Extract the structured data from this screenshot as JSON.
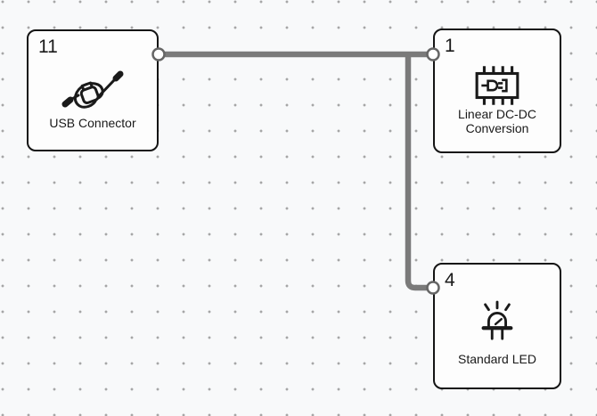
{
  "editor": {
    "type": "circuit-block-diagram",
    "palette": {
      "canvas_background": "#f8f9fa",
      "grid_dot": "#a6a6a6",
      "wire": "#7a7a7a",
      "port_stroke": "#666666",
      "port_fill": "#ffffff",
      "node_border": "#141414",
      "node_fill": "#fdfdfd",
      "text": "#1a1a1a"
    }
  },
  "nodes": [
    {
      "number": "11",
      "label": "USB Connector",
      "icon": "usb-cable-icon"
    },
    {
      "number": "1",
      "label": "Linear DC-DC Conversion",
      "icon": "chip-plug-icon"
    },
    {
      "number": "4",
      "label": "Standard LED",
      "icon": "led-icon"
    }
  ],
  "connections": [
    {
      "from": "USB Connector (11)",
      "to": "Linear DC-DC Conversion (1)"
    },
    {
      "from": "USB Connector (11)",
      "to": "Standard LED (4)"
    }
  ]
}
